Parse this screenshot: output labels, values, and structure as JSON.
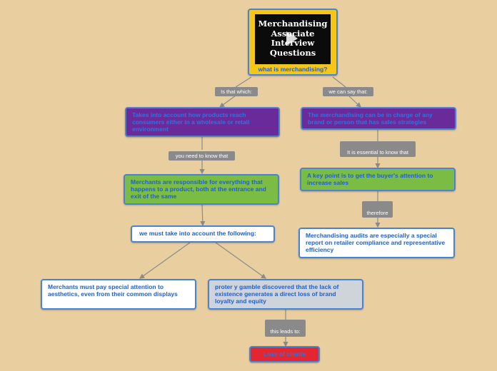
{
  "root": {
    "thumbnail_title": "Merchandising Associate Interview Questions",
    "caption": "what is merchandising?"
  },
  "labels": {
    "is_that_which": "Is that which:",
    "we_can_say_that": "we can say that:",
    "you_need_to_know_that": "you need to know that",
    "it_is_essential": "It is essential to know that",
    "therefore": "therefore",
    "this_leads_to": "this leads to:"
  },
  "nodes": {
    "takes_into_account": "Takes into account how products reach consumers either in a wholesale or retail environment",
    "merchandising_in_charge": "The merchandising can be in charge of any brand or person that has sales strategies",
    "merchants_responsible": "Merchants are responsible for everything that happens to a product, both at the entrance and exit of the same",
    "key_point": "A key point is to get the buyer's attention to increase sales",
    "must_take_into_account": "we must take into account the following:",
    "audits": "Merchandising audits are especially a special report on retailer compliance and representative efficiency",
    "aesthetics": "Merchants must pay special attention to aesthetics, even from their common displays",
    "proter_gamble": "proter y gamble discovered that the lack of existence generates a direct loss of brand loyalty and equity",
    "loss_of_clients": "Loss of clients"
  }
}
